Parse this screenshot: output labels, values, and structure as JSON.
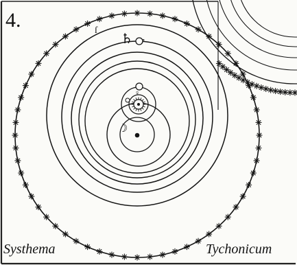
{
  "plate": {
    "number": "4.",
    "caption_left": "Systhema",
    "caption_right": "Tychonicum"
  },
  "symbols": {
    "saturn": "♄",
    "mars": "♂",
    "venus": "♀",
    "moon": "☽",
    "earth": "●",
    "sun": "☉"
  },
  "colors": {
    "ink": "#151515",
    "paper": "#fbfbf8"
  }
}
